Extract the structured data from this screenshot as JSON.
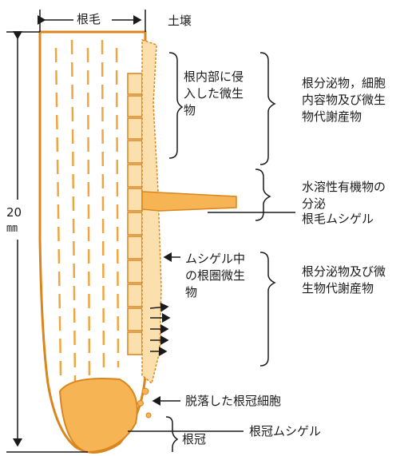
{
  "colors": {
    "root_fill": "#f6b455",
    "root_stroke": "#d9861c",
    "root_pale": "#fbe0ae",
    "line": "#1a1a1a",
    "background": "#ffffff"
  },
  "labels": {
    "root_hair_width": "根毛",
    "soil": "土壌",
    "length_value": "20",
    "length_unit": "㎜",
    "inner_microbes": "根内部に侵\n入した微生\n物",
    "exudates_top": "根分泌物，細胞\n内容物及び微生\n物代謝産物",
    "water_soluble": "水溶性有機物の\n分泌",
    "root_hair_mucigel": "根毛ムシゲル",
    "mucigel_microbes": "ムシゲル中\nの根圏微生\n物",
    "exudates_bottom": "根分泌物及び微\n生物代謝産物",
    "sloughed_cells": "脱落した根冠細胞",
    "root_cap_mucigel": "根冠ムシゲル",
    "root_cap": "根冠"
  }
}
